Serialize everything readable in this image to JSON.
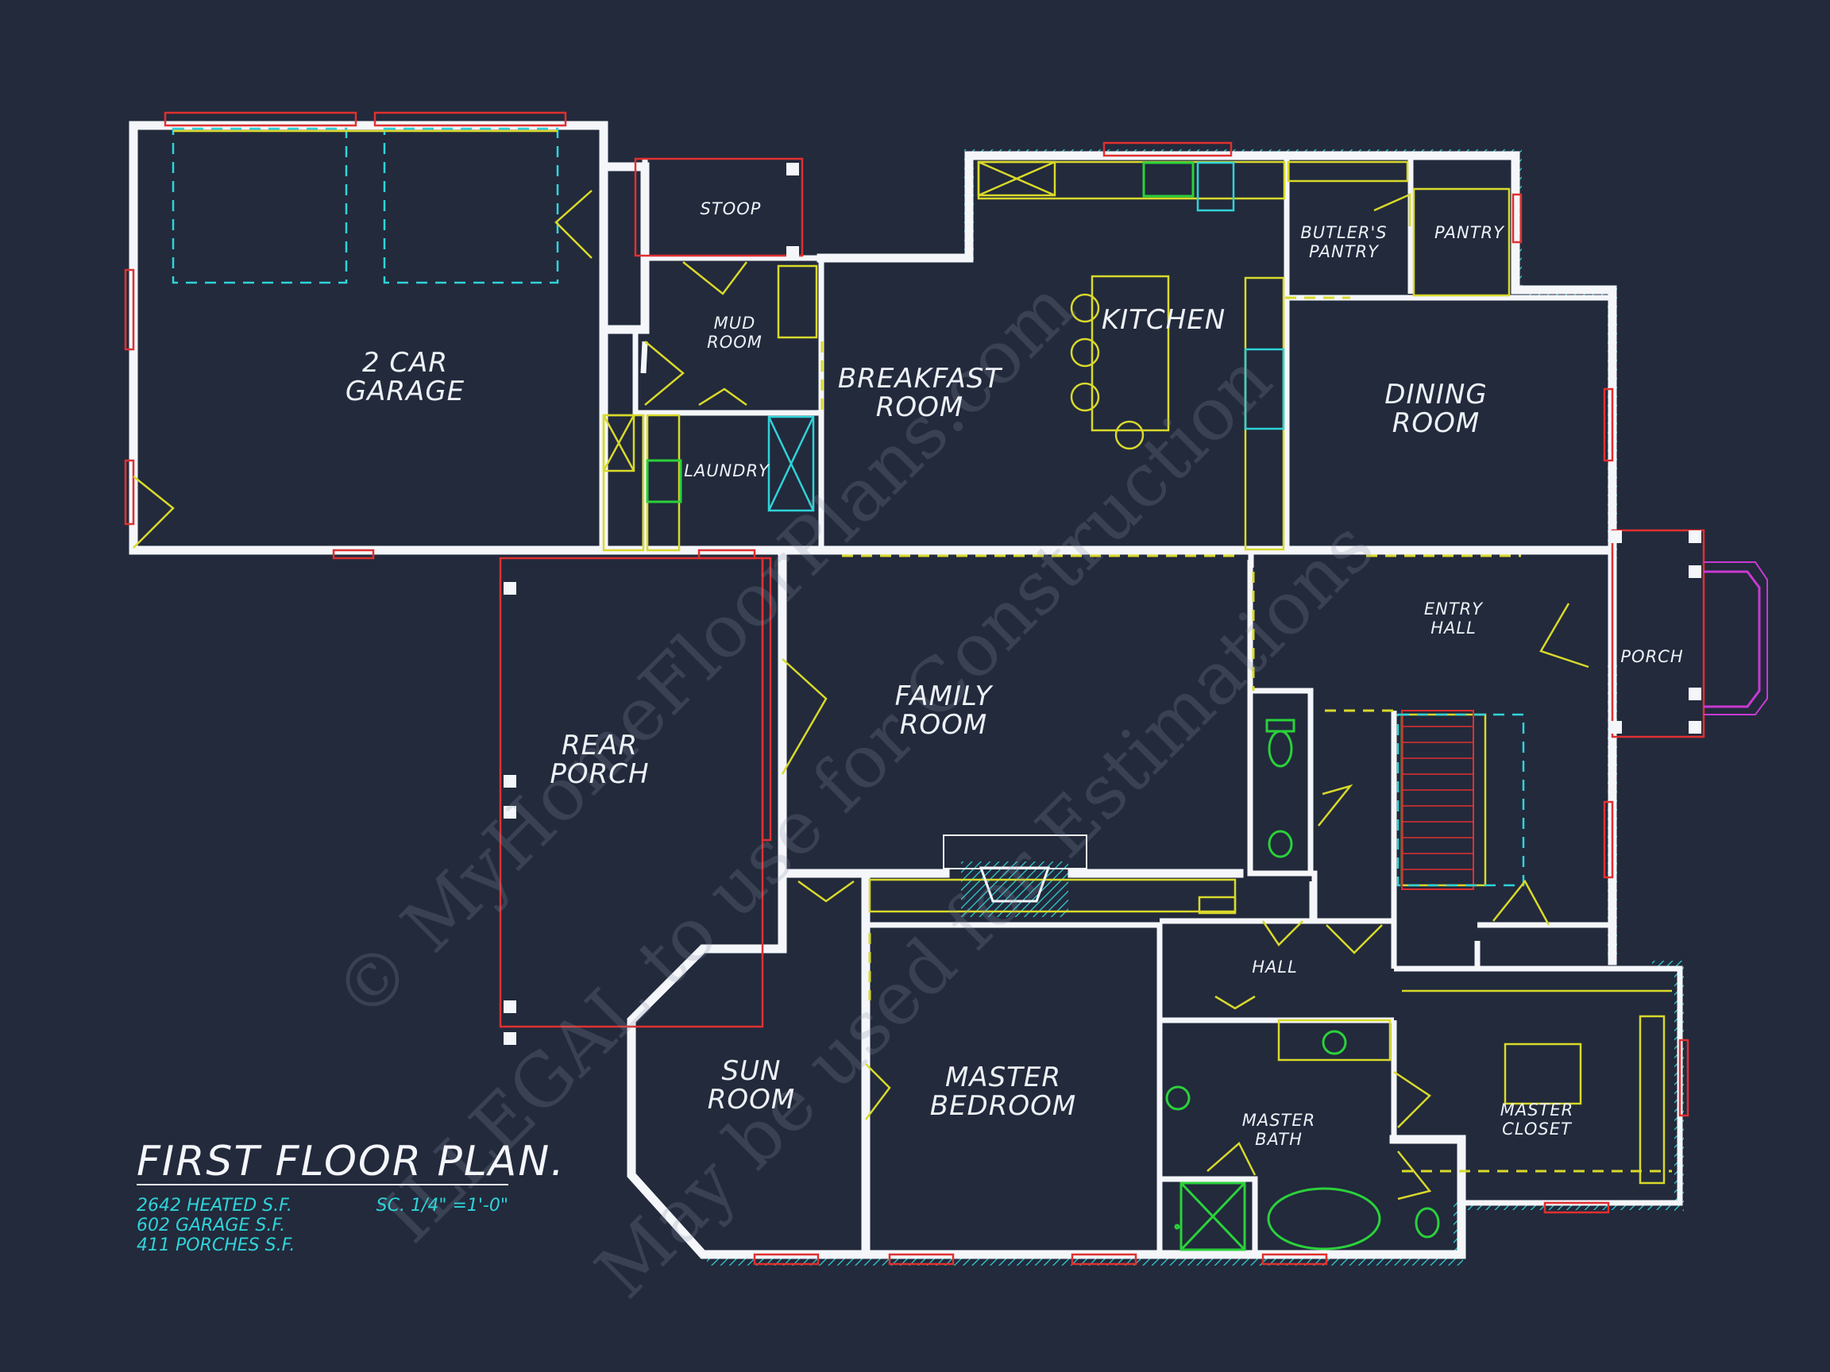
{
  "plan": {
    "title": "FIRST FLOOR PLAN.",
    "stats": [
      "2642 HEATED S.F.",
      "602 GARAGE S.F.",
      "411 PORCHES S.F."
    ],
    "scale": "SC. 1/4\" =1'-0\""
  },
  "rooms": {
    "garage": [
      "2 CAR",
      "GARAGE"
    ],
    "stoop": "STOOP",
    "mud_room": [
      "MUD",
      "ROOM"
    ],
    "laundry": "LAUNDRY",
    "breakfast_room": [
      "BREAKFAST",
      "ROOM"
    ],
    "kitchen": "KITCHEN",
    "butlers_pantry": [
      "BUTLER'S",
      "PANTRY"
    ],
    "pantry": "PANTRY",
    "dining_room": [
      "DINING",
      "ROOM"
    ],
    "entry_hall": [
      "ENTRY",
      "HALL"
    ],
    "porch": "PORCH",
    "family_room": [
      "FAMILY",
      "ROOM"
    ],
    "rear_porch": [
      "REAR",
      "PORCH"
    ],
    "hall": "HALL",
    "sun_room": [
      "SUN",
      "ROOM"
    ],
    "master_bedroom": [
      "MASTER",
      "BEDROOM"
    ],
    "master_bath": [
      "MASTER",
      "BATH"
    ],
    "master_closet": [
      "MASTER",
      "CLOSET"
    ]
  },
  "watermark": [
    "© MyHomeFloorPlans.com",
    "ILLEGAL to use for Construction",
    "May be used for Estimations"
  ],
  "colors": {
    "background": "#222a3c",
    "walls": "#f4f6fa",
    "windows": "#e03030",
    "fixtures": "#d9d92a",
    "appliances": "#2fd3d8",
    "plumbing": "#2bd13a"
  }
}
